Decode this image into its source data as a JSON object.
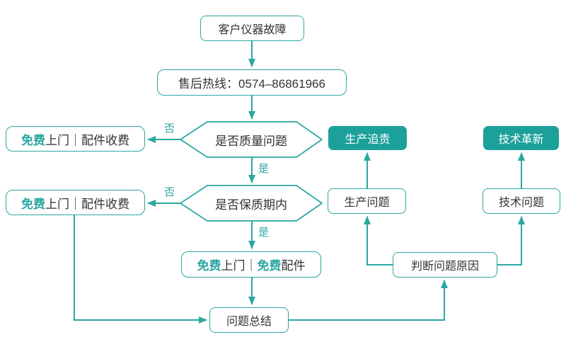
{
  "colors": {
    "teal": "#2aa7a1",
    "tealFill": "#1ca09b",
    "ink": "#333333"
  },
  "flowchart": {
    "start": "客户仪器故障",
    "hotline": "售后热线：0574–86861966",
    "decision_quality": "是否质量问题",
    "decision_warranty": "是否保质期内",
    "free_paid_1": {
      "accent": "免费",
      "rest": "上门｜配件收费"
    },
    "free_paid_2": {
      "accent": "免费",
      "rest": "上门｜配件收费"
    },
    "free_free": {
      "accent1": "免费",
      "mid": "上门｜",
      "accent2": "免费",
      "rest": "配件"
    },
    "production_blame": "生产追责",
    "tech_innovation": "技术革新",
    "production_issue": "生产问题",
    "tech_issue": "技术问题",
    "judge_cause": "判断问题原因",
    "summary": "问题总结",
    "labels": {
      "yes": "是",
      "no": "否"
    }
  }
}
